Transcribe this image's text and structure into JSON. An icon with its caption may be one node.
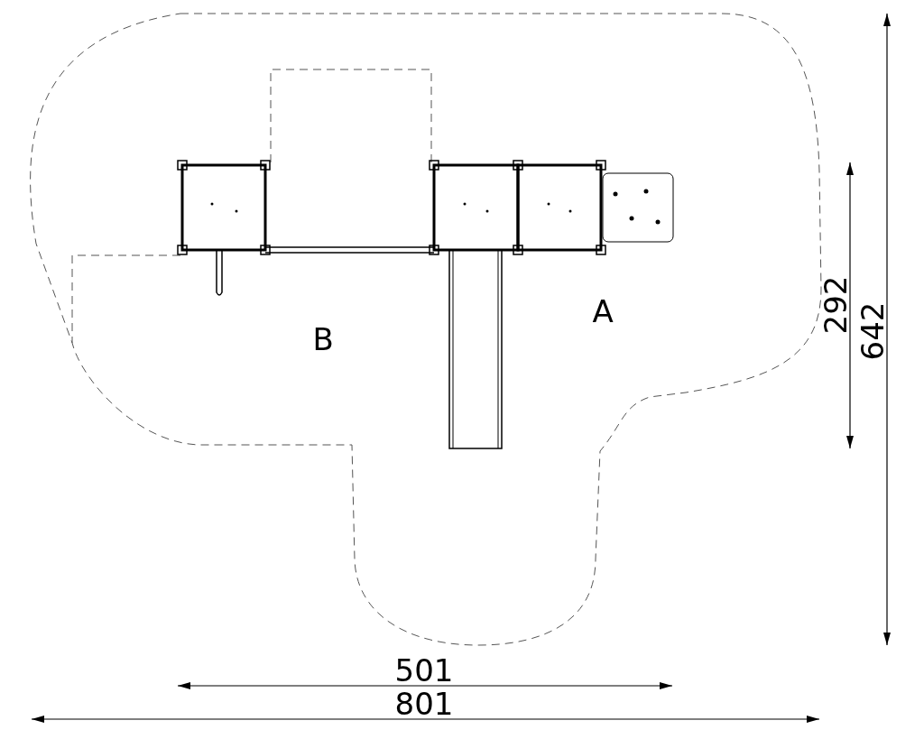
{
  "diagram": {
    "labels": [
      "A",
      "B",
      "292",
      "642",
      "501",
      "801"
    ]
  }
}
